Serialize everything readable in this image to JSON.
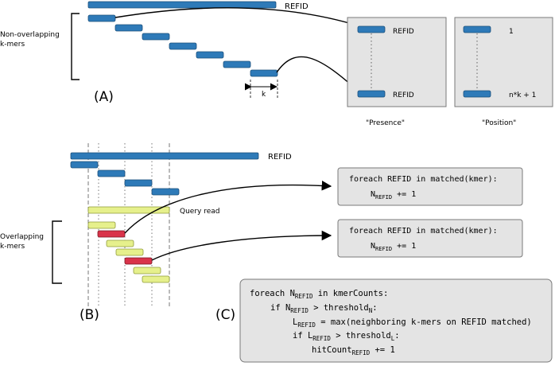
{
  "panel_a": {
    "label": "(A)",
    "reference_label": "REFID",
    "bracket_label": [
      "Non-overlapping",
      "k-mers"
    ],
    "k_label": "k",
    "presence_box": {
      "top_text": "REFID",
      "bottom_text": "REFID",
      "caption": "\"Presence\""
    },
    "position_box": {
      "top_text": "1",
      "bottom_text": "n*k + 1",
      "caption": "\"Position\""
    }
  },
  "panel_b": {
    "label": "(B)",
    "reference_label": "REFID",
    "query_label": "Query read",
    "bracket_label": [
      "Overlapping",
      "k-mers"
    ]
  },
  "panel_c": {
    "label": "(C)",
    "box1": {
      "line1": "foreach REFID in matched(kmer):",
      "line2": {
        "base": "N",
        "sub": "REFID",
        "rest": " += 1"
      }
    },
    "box2": {
      "line1": "foreach REFID in matched(kmer):",
      "line2": {
        "base": "N",
        "sub": "REFID",
        "rest": " += 1"
      }
    },
    "box3": {
      "line1": {
        "pre": "foreach N",
        "sub": "REFID",
        "post": " in kmerCounts:"
      },
      "line2": {
        "pre": "if N",
        "sub1": "REFID",
        "mid": " > threshold",
        "sub2": "N",
        "post": ":"
      },
      "line3": {
        "pre": "L",
        "sub": "REFID",
        "post": " = max(neighboring k-mers on REFID matched)"
      },
      "line4": {
        "pre": "if L",
        "sub1": "REFID",
        "mid": " > threshold",
        "sub2": "L",
        "post": ":"
      },
      "line5": {
        "pre": "hitCount",
        "sub": "REFID",
        "post": " += 1"
      }
    }
  },
  "colors": {
    "kmer_blue": "#2e7ab8",
    "match_red": "#d9334a",
    "query_yellow": "#e6f08c",
    "panel_gray": "#e4e4e4"
  }
}
